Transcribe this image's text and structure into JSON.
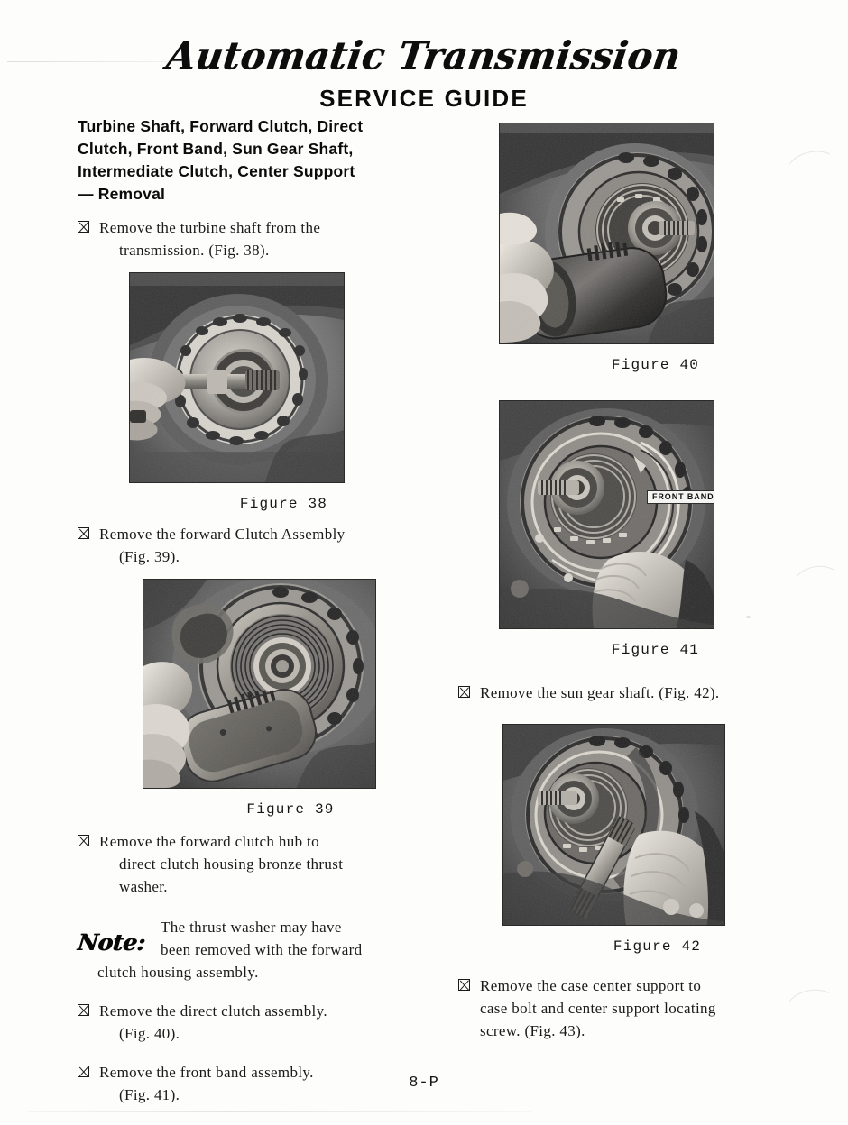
{
  "masthead": {
    "script_title": "Automatic Transmission",
    "guide_title": "SERVICE GUIDE"
  },
  "left_column": {
    "heading_lines": [
      "Turbine Shaft, Forward Clutch, Direct",
      "Clutch, Front Band, Sun Gear Shaft,",
      "Intermediate Clutch, Center Support",
      "— Removal"
    ],
    "steps": [
      {
        "id": "step-turbine-shaft",
        "lines": [
          "Remove the turbine shaft from the",
          "transmission. (Fig. 38)."
        ]
      },
      {
        "id": "step-forward-clutch-assembly",
        "lines": [
          "Remove the forward Clutch Assembly",
          "(Fig. 39)."
        ]
      },
      {
        "id": "step-thrust-washer",
        "lines": [
          "Remove the forward clutch hub to",
          "direct clutch housing bronze thrust",
          "washer."
        ]
      },
      {
        "id": "step-direct-clutch-assembly",
        "lines": [
          "Remove the direct clutch assembly.",
          "(Fig. 40)."
        ]
      },
      {
        "id": "step-front-band-assembly",
        "lines": [
          "Remove the front band assembly.",
          "(Fig. 41)."
        ]
      }
    ],
    "note": {
      "label": "Note:",
      "lines": [
        "The thrust washer may have",
        "been removed with the forward",
        "clutch housing assembly."
      ]
    },
    "figures": [
      {
        "id": "figure-38",
        "caption": "Figure 38",
        "alt": "Turbine shaft being withdrawn from the transmission case"
      },
      {
        "id": "figure-39",
        "caption": "Figure 39",
        "alt": "Forward clutch assembly being lifted out of the transmission case"
      }
    ]
  },
  "right_column": {
    "steps": [
      {
        "id": "step-sun-gear-shaft",
        "lines": [
          "Remove the sun gear shaft. (Fig. 42)."
        ]
      },
      {
        "id": "step-center-support-bolt",
        "lines": [
          "Remove the case center support to",
          "case bolt and center support locating",
          "screw. (Fig. 43)."
        ]
      }
    ],
    "figures": [
      {
        "id": "figure-40",
        "caption": "Figure 40",
        "alt": "Direct clutch assembly being removed by hand"
      },
      {
        "id": "figure-41",
        "caption": "Figure 41",
        "alt": "Front band assembly being removed, front band labeled",
        "callout": "FRONT BAND"
      },
      {
        "id": "figure-42",
        "caption": "Figure 42",
        "alt": "Sun gear shaft being withdrawn from the transmission"
      }
    ]
  },
  "footer": {
    "page_number": "8-P"
  },
  "colors": {
    "ink": "#1a1a1a",
    "paper": "#fdfdfc",
    "frame": "#2a2a2a"
  }
}
